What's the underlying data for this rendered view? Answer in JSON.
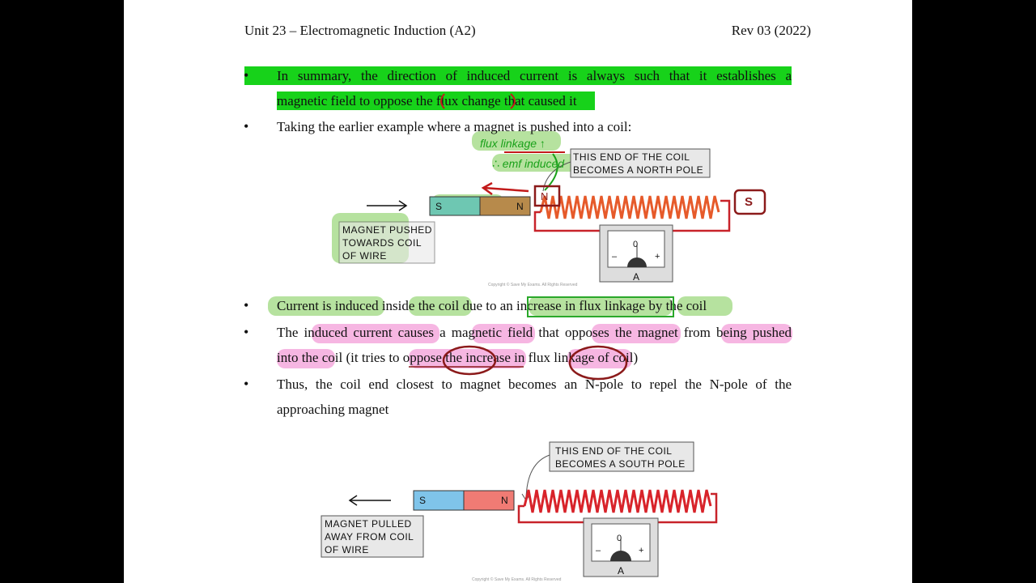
{
  "header": {
    "left": "Unit 23 – Electromagnetic Induction (A2)",
    "right": "Rev 03 (2022)"
  },
  "bullet_glyph": "•",
  "bullets": [
    {
      "lines": [
        "In summary, the direction of induced current is always such that it establishes a",
        "magnetic field to oppose the flux change that caused it"
      ]
    },
    {
      "lines": [
        "Taking the earlier example where a magnet is pushed into a coil:"
      ]
    },
    {
      "lines": [
        "Current is induced inside the coil due to an increase in flux linkage by the coil"
      ]
    },
    {
      "lines": [
        "The induced current causes a magnetic field that opposes the magnet from being pushed",
        "into the coil (it tries to oppose the increase in flux linkage of coil)"
      ]
    },
    {
      "lines": [
        "Thus, the coil end closest to magnet becomes an N-pole to repel the N-pole of the",
        "approaching magnet"
      ]
    }
  ],
  "diagram1": {
    "magnet_s": "S",
    "magnet_n": "N",
    "callout": [
      "THIS END OF THE COIL",
      "BECOMES A NORTH POLE"
    ],
    "caption": [
      "MAGNET PUSHED",
      "TOWARDS COIL",
      "OF WIRE"
    ],
    "meter_zero": "0",
    "meter_minus": "–",
    "meter_plus": "+",
    "meter_label": "A",
    "annotation_pole": "S",
    "annotation_n": "N",
    "handwritten_1": "flux linkage ↑",
    "handwritten_2": "∴ emf induced",
    "copyright": "Copyright © Save My Exams. All Rights Reserved"
  },
  "diagram2": {
    "magnet_s": "S",
    "magnet_n": "N",
    "callout": [
      "THIS END OF THE COIL",
      "BECOMES A SOUTH POLE"
    ],
    "caption": [
      "MAGNET PULLED",
      "AWAY FROM COIL",
      "OF WIRE"
    ],
    "meter_zero": "0",
    "meter_minus": "–",
    "meter_plus": "+",
    "meter_label": "A",
    "copyright": "Copyright © Save My Exams. All Rights Reserved"
  },
  "colors": {
    "highlight_green": "#17d21a",
    "highlight_soft_green": "#a9dd8e",
    "highlight_pink": "#f4a9dd",
    "annotation_red": "#c21a1a",
    "coil_red": "#d8232a",
    "magnet_blue": "#7fc4ea",
    "magnet_red": "#f07b74"
  }
}
